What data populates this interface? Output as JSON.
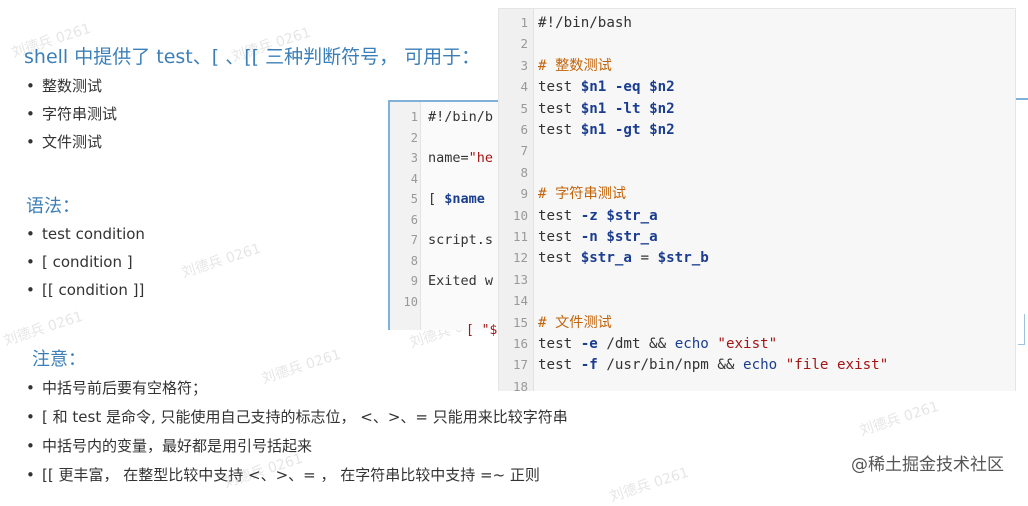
{
  "heading": "shell 中提供了 test、[ 、[[ 三种判断符号， 可用于：",
  "uses": [
    "整数测试",
    "字符串测试",
    "文件测试"
  ],
  "syntax": {
    "title": "语法：",
    "items": [
      "test condition",
      "[ condition ]",
      "[[ condition ]]"
    ]
  },
  "notes": {
    "title": "注意：",
    "items": [
      "中括号前后要有空格符；",
      "[ 和 test 是命令, 只能使用自己支持的标志位， <、>、= 只能用来比较字符串",
      "中括号内的变量，最好都是用引号括起来",
      "[[ 更丰富， 在整型比较中支持 <、>、= ， 在字符串比较中支持 =~ 正则"
    ]
  },
  "back_code": {
    "lines": [
      {
        "n": "1",
        "text": "#!/bin/b"
      },
      {
        "n": "2",
        "text": ""
      },
      {
        "n": "3",
        "text": "name=\"he"
      },
      {
        "n": "4",
        "text": ""
      },
      {
        "n": "5",
        "text": "[ $name"
      },
      {
        "n": "6",
        "text": ""
      },
      {
        "n": "7",
        "text": "script.s"
      },
      {
        "n": "8",
        "text": ""
      },
      {
        "n": "9",
        "text": "Exited w"
      },
      {
        "n": "10",
        "text": ""
      }
    ],
    "stray": "[ \"$n"
  },
  "front_code": {
    "lines": [
      {
        "n": "1",
        "parts": [
          {
            "t": "#!/bin/bash",
            "c": ""
          }
        ]
      },
      {
        "n": "2",
        "parts": []
      },
      {
        "n": "3",
        "parts": [
          {
            "t": "# 整数测试",
            "c": "com"
          }
        ]
      },
      {
        "n": "4",
        "parts": [
          {
            "t": "test ",
            "c": ""
          },
          {
            "t": "$n1",
            "c": "var"
          },
          {
            "t": " ",
            "c": ""
          },
          {
            "t": "-eq",
            "c": "flag"
          },
          {
            "t": " ",
            "c": ""
          },
          {
            "t": "$n2",
            "c": "var"
          }
        ]
      },
      {
        "n": "5",
        "parts": [
          {
            "t": "test ",
            "c": ""
          },
          {
            "t": "$n1",
            "c": "var"
          },
          {
            "t": " ",
            "c": ""
          },
          {
            "t": "-lt",
            "c": "flag"
          },
          {
            "t": " ",
            "c": ""
          },
          {
            "t": "$n2",
            "c": "var"
          }
        ]
      },
      {
        "n": "6",
        "parts": [
          {
            "t": "test ",
            "c": ""
          },
          {
            "t": "$n1",
            "c": "var"
          },
          {
            "t": " ",
            "c": ""
          },
          {
            "t": "-gt",
            "c": "flag"
          },
          {
            "t": " ",
            "c": ""
          },
          {
            "t": "$n2",
            "c": "var"
          }
        ]
      },
      {
        "n": "7",
        "parts": []
      },
      {
        "n": "8",
        "parts": []
      },
      {
        "n": "9",
        "parts": [
          {
            "t": "# 字符串测试",
            "c": "com"
          }
        ]
      },
      {
        "n": "10",
        "parts": [
          {
            "t": "test ",
            "c": ""
          },
          {
            "t": "-z",
            "c": "flag"
          },
          {
            "t": " ",
            "c": ""
          },
          {
            "t": "$str_a",
            "c": "var"
          }
        ]
      },
      {
        "n": "11",
        "parts": [
          {
            "t": "test ",
            "c": ""
          },
          {
            "t": "-n",
            "c": "flag"
          },
          {
            "t": " ",
            "c": ""
          },
          {
            "t": "$str_a",
            "c": "var"
          }
        ]
      },
      {
        "n": "12",
        "parts": [
          {
            "t": "test ",
            "c": ""
          },
          {
            "t": "$str_a",
            "c": "var"
          },
          {
            "t": " = ",
            "c": ""
          },
          {
            "t": "$str_b",
            "c": "var"
          }
        ]
      },
      {
        "n": "13",
        "parts": []
      },
      {
        "n": "14",
        "parts": []
      },
      {
        "n": "15",
        "parts": [
          {
            "t": "# 文件测试",
            "c": "com"
          }
        ]
      },
      {
        "n": "16",
        "parts": [
          {
            "t": "test ",
            "c": ""
          },
          {
            "t": "-e",
            "c": "flag"
          },
          {
            "t": " /dmt && ",
            "c": ""
          },
          {
            "t": "echo",
            "c": "kw"
          },
          {
            "t": " ",
            "c": ""
          },
          {
            "t": "\"exist\"",
            "c": "str"
          }
        ]
      },
      {
        "n": "17",
        "parts": [
          {
            "t": "test ",
            "c": ""
          },
          {
            "t": "-f",
            "c": "flag"
          },
          {
            "t": " /usr/bin/npm && ",
            "c": ""
          },
          {
            "t": "echo",
            "c": "kw"
          },
          {
            "t": " ",
            "c": ""
          },
          {
            "t": "\"file exist\"",
            "c": "str"
          }
        ]
      },
      {
        "n": "18",
        "parts": []
      }
    ]
  },
  "watermark": "刘德兵 0261",
  "credit": "@稀土掘金技术社区",
  "colors": {
    "accent": "#3c7fb8",
    "comment": "#c2640a",
    "variable": "#1a3d8f",
    "string": "#a31515"
  }
}
